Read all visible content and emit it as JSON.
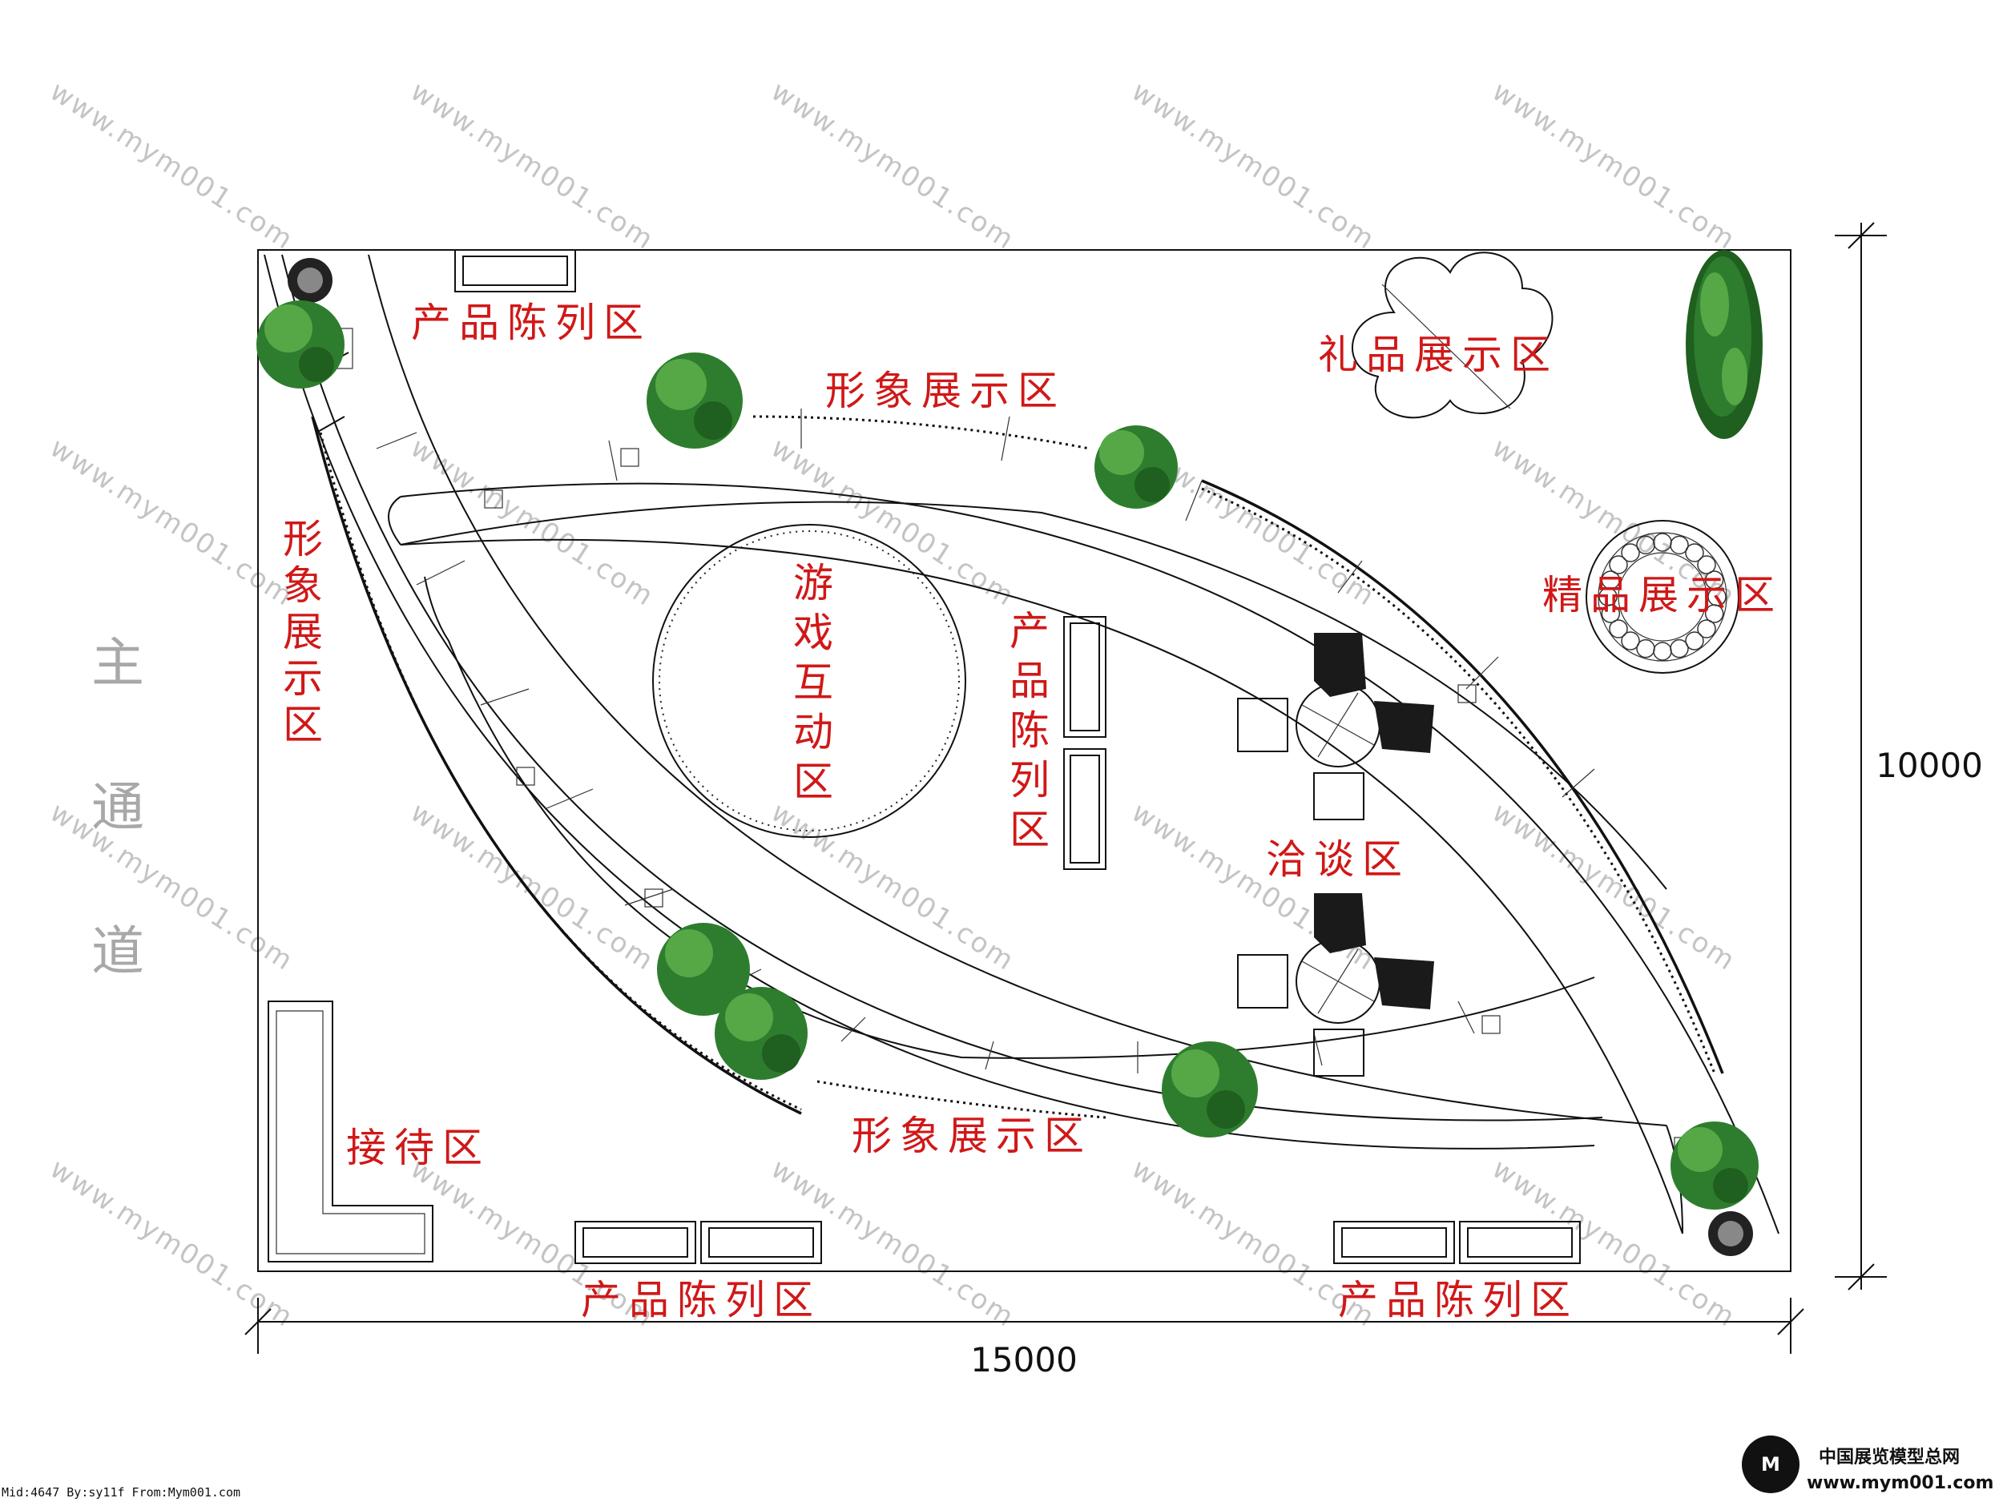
{
  "zones": {
    "product_top_left": "产品陈列区",
    "image_top": "形象展示区",
    "gift": "礼品展示区",
    "boutique": "精品展示区",
    "image_left": "形象展示区",
    "game": "游戏互动区",
    "product_center": "产品陈列区",
    "negotiation": "洽谈区",
    "reception": "接待区",
    "image_bottom": "形象展示区",
    "product_bottom_left": "产品陈列区",
    "product_bottom_right": "产品陈列区"
  },
  "aisle": "主通道",
  "dimensions": {
    "width": "15000",
    "height": "10000"
  },
  "watermark": "www.mym001.com",
  "footer": {
    "left": "Mid:4647 By:sy11f From:Mym001.com",
    "brand_cn": "中国展览模型总网",
    "brand_url": "www.mym001.com"
  },
  "icons": [
    "plant-icon",
    "table-chair-icon",
    "display-case-icon",
    "round-booth-icon",
    "cloud-table-icon",
    "shrub-icon",
    "brand-logo-icon"
  ]
}
